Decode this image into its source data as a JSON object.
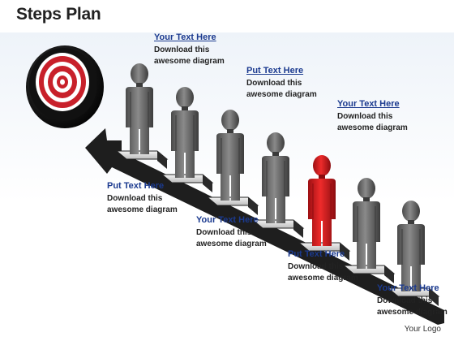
{
  "title": "Steps Plan",
  "labels": [
    {
      "heading": "Your Text Here",
      "body": "Download this\nawesome diagram"
    },
    {
      "heading": "Put Text Here",
      "body": "Download this\nawesome diagram"
    },
    {
      "heading": "Your Text Here",
      "body": "Download this\nawesome diagram"
    },
    {
      "heading": "Put Text Here",
      "body": "Download this\nawesome diagram"
    },
    {
      "heading": "Your Text Here",
      "body": "Download this\nawesome diagram"
    },
    {
      "heading": "Put Text Here",
      "body": "Download this\nawesome diagram"
    },
    {
      "heading": "Your Text Here",
      "body": "Download this\nawesome diagram"
    }
  ],
  "logo": "Your Logo",
  "colors": {
    "figure": "#6d6d6d",
    "highlight": "#d21f1f",
    "arrow": "#1e1e1e",
    "target_red": "#c8202a",
    "heading": "#1b3a8f"
  },
  "highlight_step": 5,
  "icons": [
    "target-icon",
    "person-icon",
    "arrow-icon"
  ]
}
